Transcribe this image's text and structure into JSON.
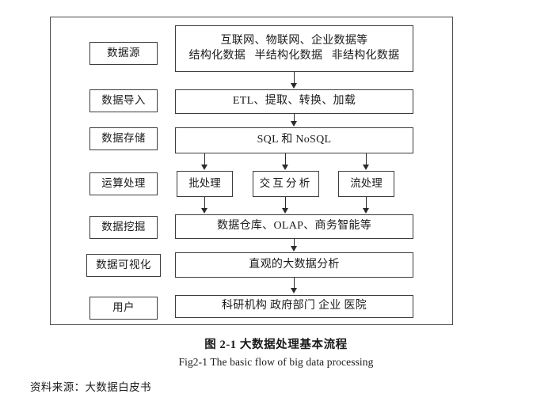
{
  "figure": {
    "caption_cn": "图 2-1  大数据处理基本流程",
    "caption_en": "Fig2-1 The basic flow of big data processing",
    "source_note": "资料来源：大数据白皮书"
  },
  "stages": [
    {
      "label": "数据源"
    },
    {
      "label": "数据导入"
    },
    {
      "label": "数据存储"
    },
    {
      "label": "运算处理"
    },
    {
      "label": "数据挖掘"
    },
    {
      "label": "数据可视化"
    },
    {
      "label": "用户"
    }
  ],
  "content": {
    "data_source_line1": "互联网、物联网、企业数据等",
    "data_source_line2": "结构化数据   半结构化数据   非结构化数据",
    "data_import": "ETL、提取、转换、加载",
    "data_storage": "SQL 和 NoSQL",
    "processing": [
      {
        "label": "批处理"
      },
      {
        "label": "交互分析"
      },
      {
        "label": "流处理"
      }
    ],
    "data_mining": "数据仓库、OLAP、商务智能等",
    "data_visualization": "直观的大数据分析",
    "users": "科研机构   政府部门 企业   医院"
  },
  "colors": {
    "frame_border": "#4a4a4a",
    "box_border": "#3d3d3d",
    "connector": "#2b2b2b",
    "text": "#1a1a1a",
    "background": "#ffffff"
  }
}
